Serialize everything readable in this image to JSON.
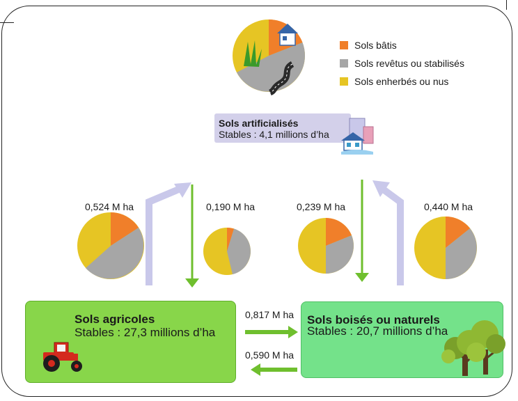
{
  "legend": {
    "items": [
      {
        "label": "Sols bâtis",
        "color": "#f07f2a"
      },
      {
        "label": "Sols revêtus ou stabilisés",
        "color": "#a6a6a6"
      },
      {
        "label": "Sols enherbés ou nus",
        "color": "#e6c524"
      }
    ]
  },
  "artificialises": {
    "title": "Sols artificialisés",
    "subtitle": "Stables : 4,1 millions d’ha",
    "icon": "buildings-icon"
  },
  "agricoles": {
    "title": "Sols agricoles",
    "subtitle": "Stables : 27,3 millions d’ha",
    "icon": "tractor-icon"
  },
  "boises": {
    "title": "Sols boisés ou naturels",
    "subtitle": "Stables : 20,7 millions d’ha",
    "icon": "trees-icon"
  },
  "flows": {
    "agri_to_art": "0,524 M ha",
    "art_to_agri": "0,190 M ha",
    "art_to_bois": "0,239 M ha",
    "bois_to_art": "0,440 M ha",
    "agri_to_bois": "0,817 M ha",
    "bois_to_agri": "0,590 M ha"
  },
  "colors": {
    "bati": "#f07f2a",
    "revetu": "#a6a6a6",
    "enherbe": "#e6c524",
    "arrow_up": "#c9c8ea",
    "arrow_down": "#6fbf2e"
  }
}
